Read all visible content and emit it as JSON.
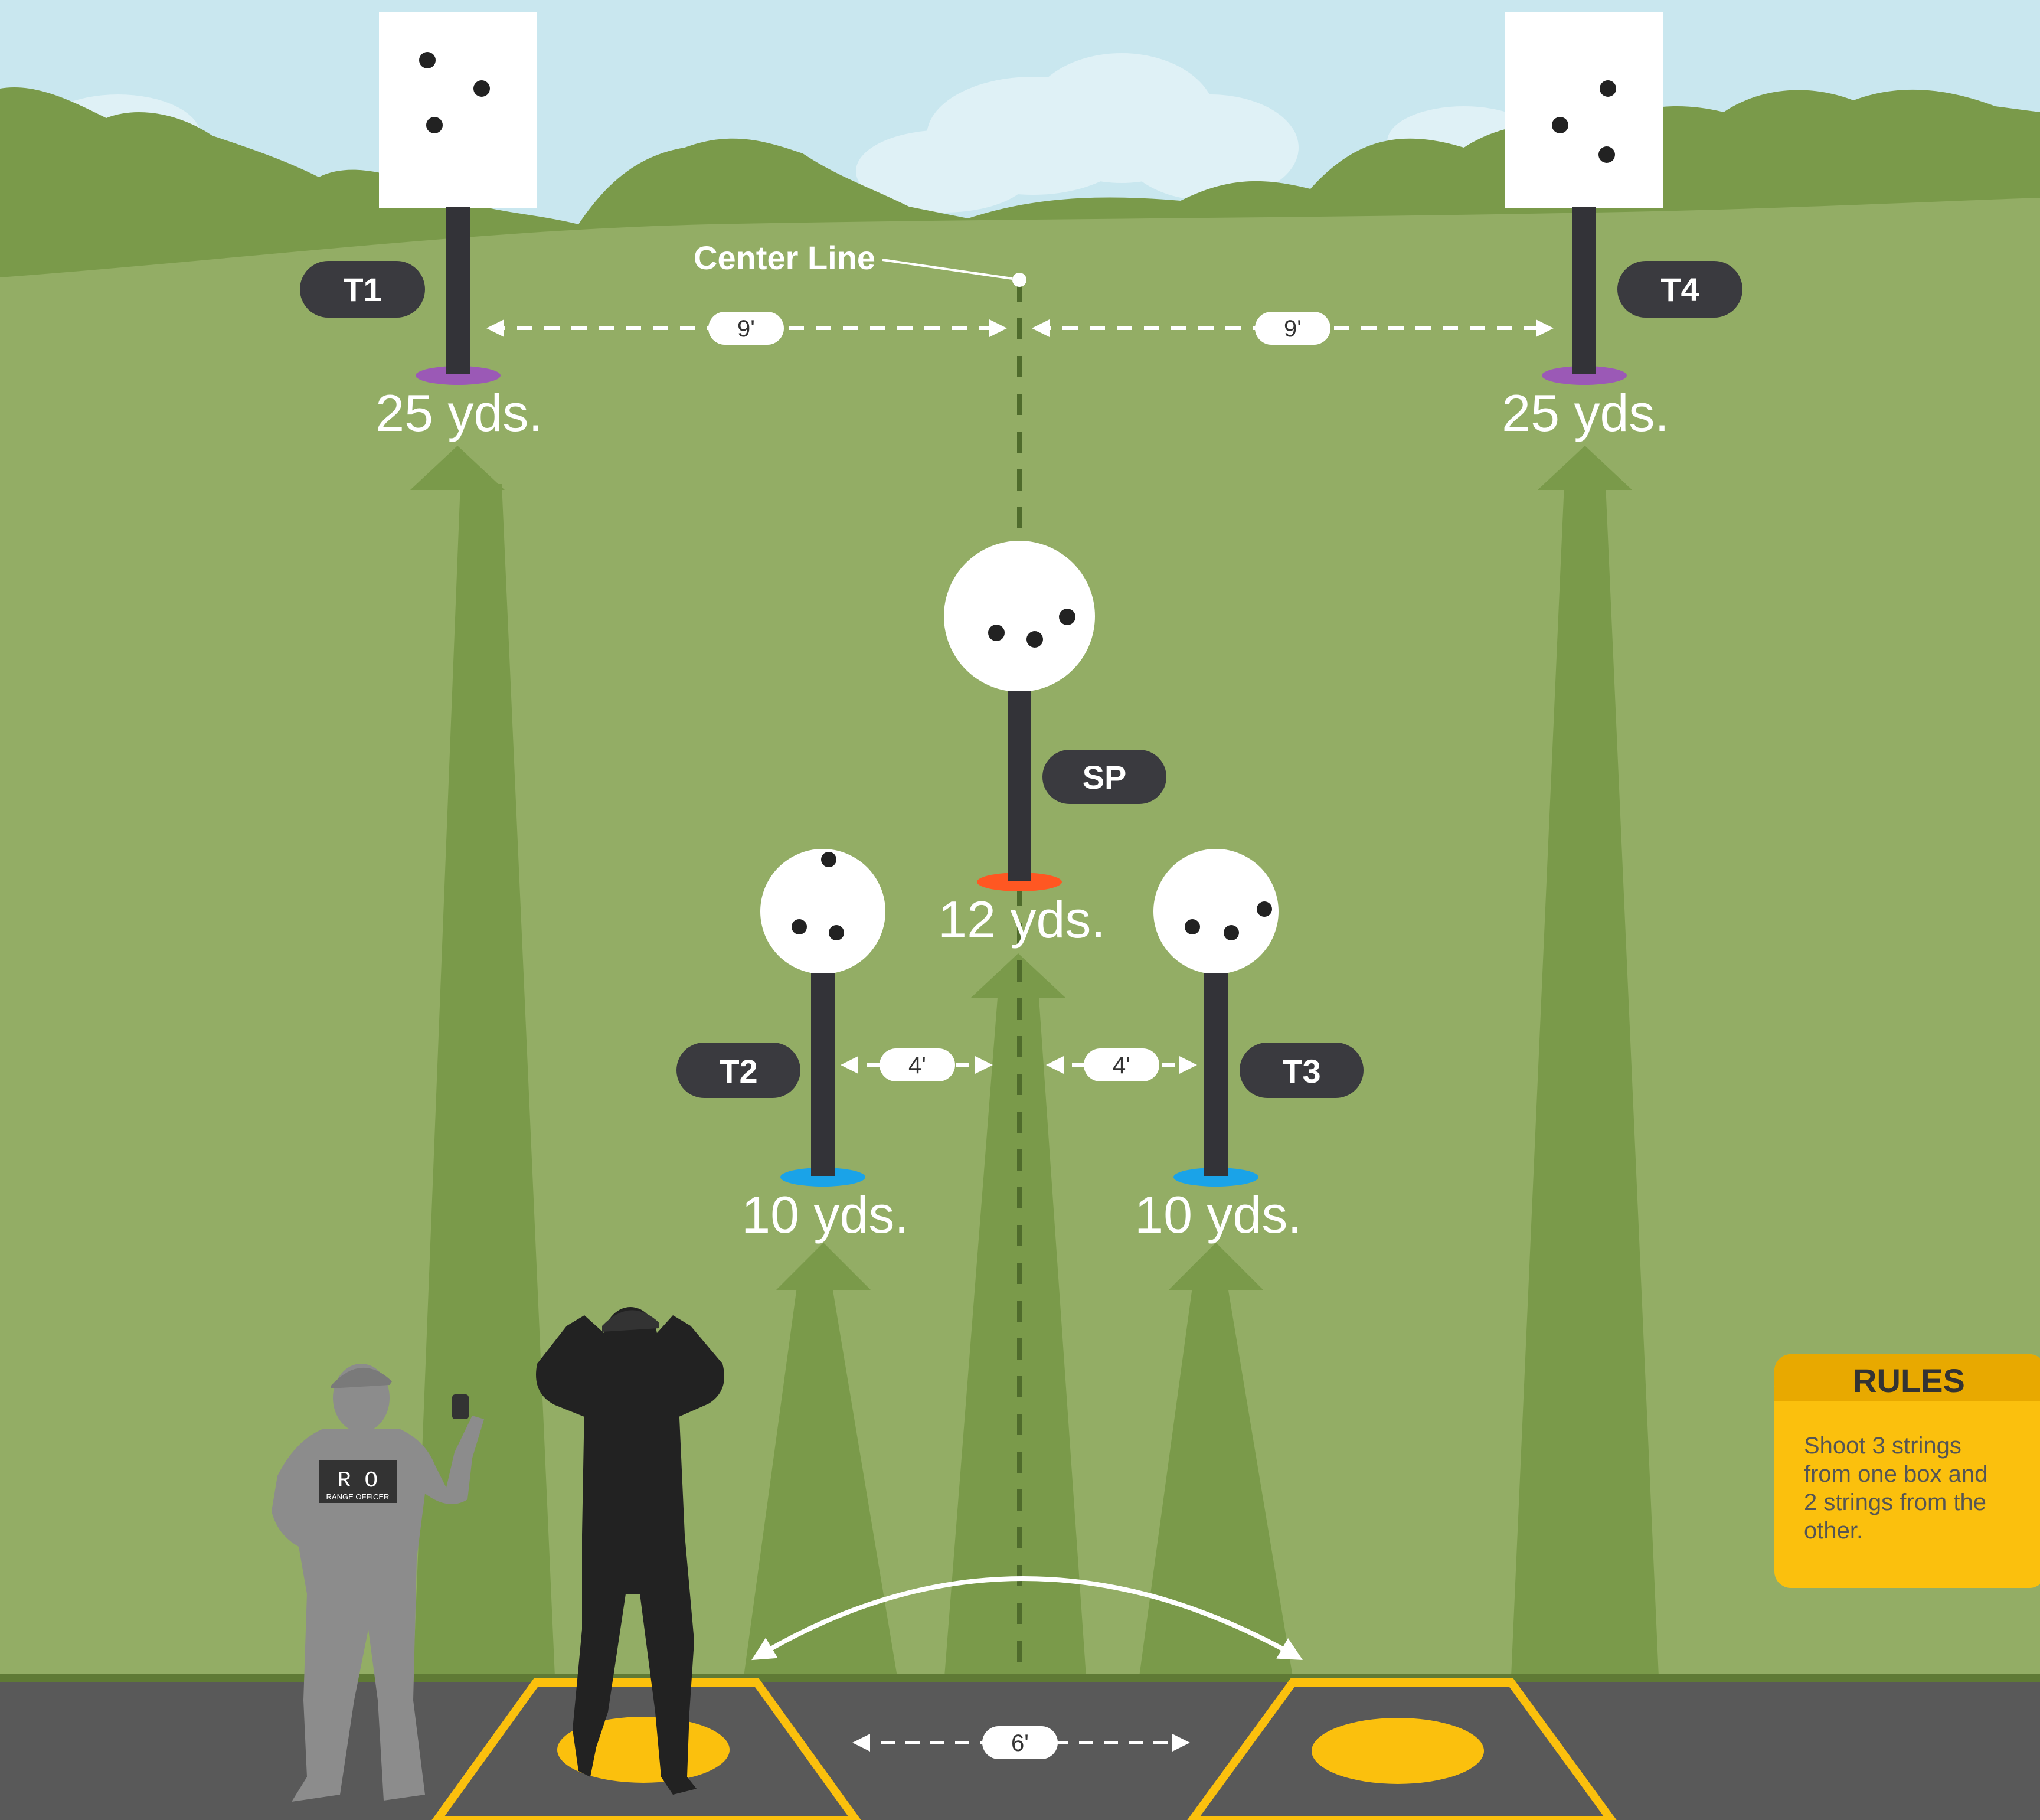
{
  "colors": {
    "sky": "#c9e7ef",
    "grass": "#93ad65",
    "grass_dark": "#7a9a4a",
    "trees": "#7a9a4a",
    "target_white": "#ffffff",
    "post": "#333338",
    "label_pill": "#3a3a3f",
    "ground": "#595959",
    "yellow": "#fbc00d",
    "base_purple": "#9b59b6",
    "base_orange": "#ff5722",
    "base_blue": "#1aa3e8",
    "ro_gray": "#8c8c8c",
    "shooter_black": "#222222"
  },
  "center_line": {
    "label": "Center Line"
  },
  "targets": [
    {
      "id": "T1",
      "label": "T1",
      "distance": "25 yds.",
      "shape": "rectangle",
      "base_color": "purple"
    },
    {
      "id": "T4",
      "label": "T4",
      "distance": "25 yds.",
      "shape": "rectangle",
      "base_color": "purple"
    },
    {
      "id": "SP",
      "label": "SP",
      "distance": "12 yds.",
      "shape": "circle",
      "base_color": "orange"
    },
    {
      "id": "T2",
      "label": "T2",
      "distance": "10 yds.",
      "shape": "circle",
      "base_color": "blue"
    },
    {
      "id": "T3",
      "label": "T3",
      "distance": "10 yds.",
      "shape": "circle",
      "base_color": "blue"
    }
  ],
  "spacings": {
    "t1_to_center": "9'",
    "center_to_t4": "9'",
    "t2_to_center": "4'",
    "center_to_t3": "4'",
    "box_to_box": "6'"
  },
  "range_officer": {
    "badge_main": "R O",
    "badge_sub": "RANGE OFFICER"
  },
  "rules": {
    "title": "RULES",
    "text": "Shoot 3 strings from one box and 2 strings from the other.",
    "lines": [
      "Shoot 3 strings",
      "from one box and",
      "2 strings from the",
      "other."
    ]
  }
}
